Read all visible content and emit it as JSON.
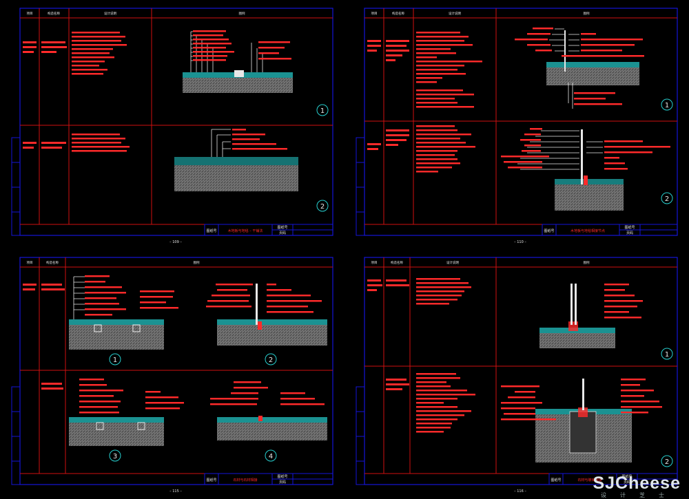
{
  "colors": {
    "frame": "#1515d8",
    "divider": "#d01010",
    "label": "#ff2a2a",
    "cyan": "#27d0d0",
    "white": "#e8e8e8",
    "hatch": "#9a9a9a"
  },
  "sheets": [
    {
      "header": [
        "项目",
        "构造名称",
        "设计说明",
        "图例"
      ],
      "title": "木地板与地毯 – 干铺法",
      "drawing_no": "图纸号",
      "page_label": "页码",
      "page_no": "– 109 –",
      "callouts": [
        "1",
        "2"
      ]
    },
    {
      "header": [
        "项目",
        "构造名称",
        "设计说明",
        "图例"
      ],
      "title": "木地板与地毯相接节点",
      "drawing_no": "图纸号",
      "page_label": "页码",
      "page_no": "– 110 –",
      "callouts": [
        "1",
        "2"
      ]
    },
    {
      "header": [
        "项目",
        "构造名称",
        "图例"
      ],
      "title": "石材与石材相接",
      "drawing_no": "图纸号",
      "page_label": "页码",
      "page_no": "– 115 –",
      "callouts": [
        "1",
        "2",
        "3",
        "4"
      ]
    },
    {
      "header": [
        "项目",
        "构造名称",
        "设计说明",
        "图例"
      ],
      "title": "石材与玻璃相接",
      "drawing_no": "图纸号",
      "page_label": "页码",
      "page_no": "– 116 –",
      "callouts": [
        "1",
        "2"
      ]
    }
  ],
  "watermark": "SJCheese",
  "watermark_sub": "设计芝士"
}
